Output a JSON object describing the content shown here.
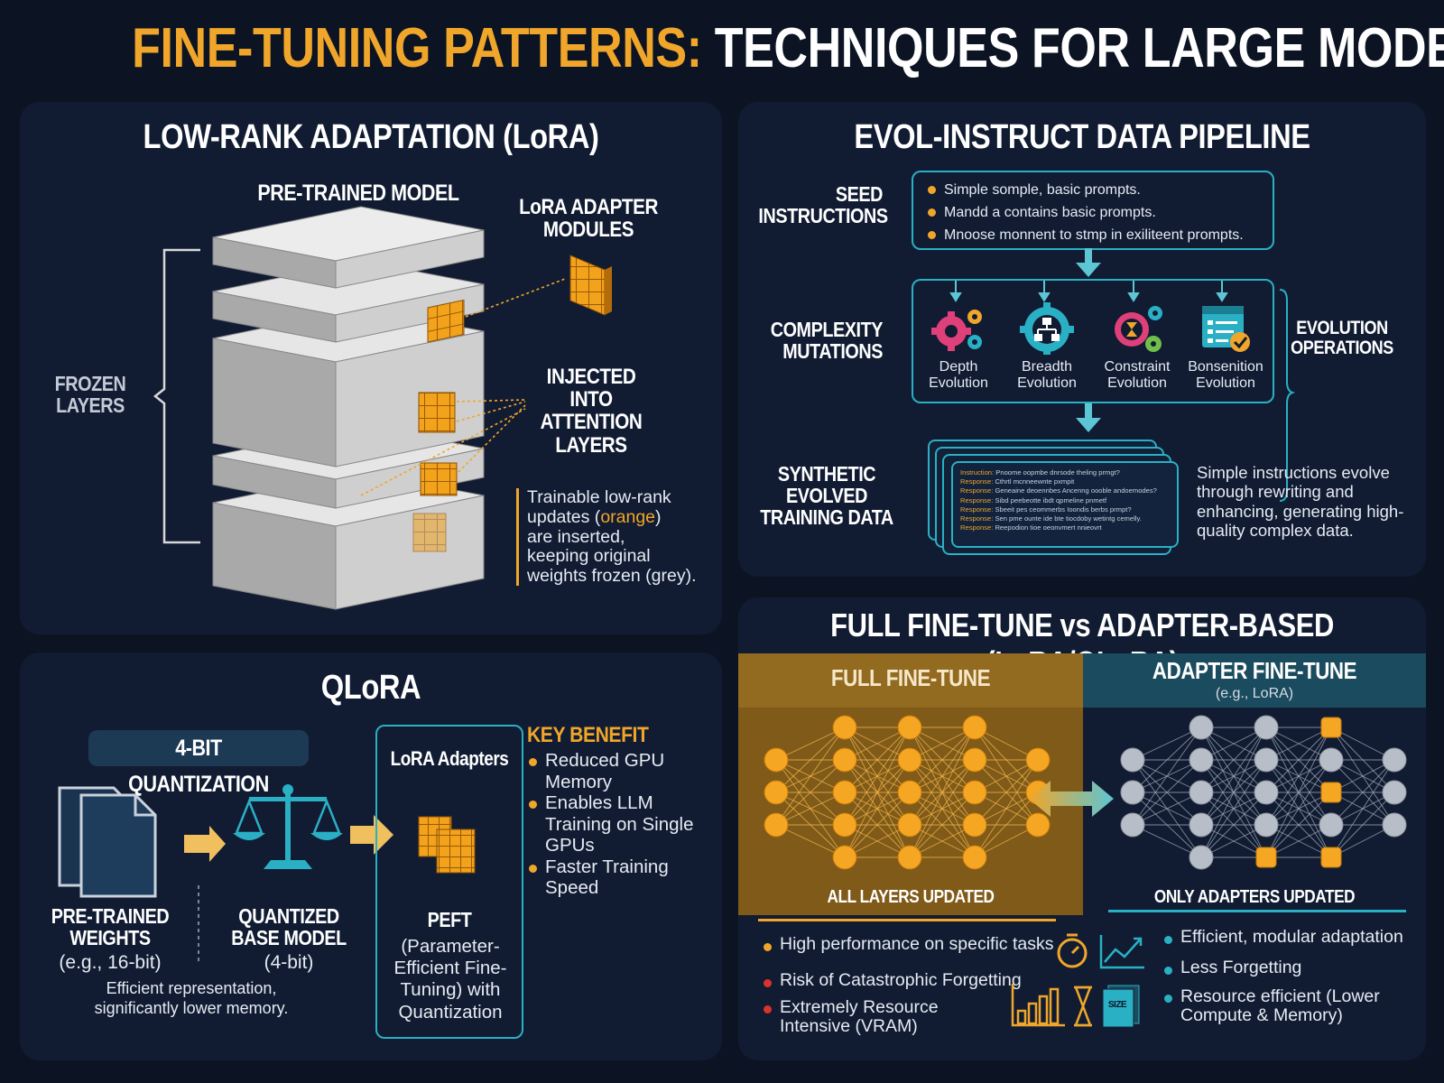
{
  "title": {
    "part1": "FINE-TUNING PATTERNS:",
    "part2": "TECHNIQUES FOR LARGE MODELS"
  },
  "colors": {
    "background": "#0c1424",
    "panel": "#111c33",
    "orange": "#f0a62a",
    "teal": "#2ab0c4",
    "grey_layer": "#c9c9c9"
  },
  "lora": {
    "title": "LOW-RANK ADAPTATION (LoRA)",
    "pretrained_label": "PRE-TRAINED MODEL",
    "frozen_label": "FROZEN LAYERS",
    "adapter_label": "LoRA ADAPTER MODULES",
    "injected_label": "INJECTED INTO ATTENTION LAYERS",
    "note_line1": "Trainable low-rank",
    "note_line2_pre": "updates (",
    "note_line2_orange": "orange",
    "note_line2_post": ")",
    "note_line3": "are inserted,",
    "note_line4": "keeping original",
    "note_line5": "weights frozen (grey)."
  },
  "evol": {
    "title": "EVOL-INSTRUCT DATA PIPELINE",
    "seed_label": "SEED INSTRUCTIONS",
    "seed_items": [
      "Simple somple, basic prompts.",
      "Mandd a contains basic prompts.",
      "Mnoose monnent to stmp in exiliteent prompts."
    ],
    "complexity_label": "COMPLEXITY MUTATIONS",
    "ops": [
      {
        "line1": "Depth",
        "line2": "Evolution",
        "icon": "gear-icon"
      },
      {
        "line1": "Breadth",
        "line2": "Evolution",
        "icon": "network-gear-icon"
      },
      {
        "line1": "Constraint",
        "line2": "Evolution",
        "icon": "hourglass-gear-icon"
      },
      {
        "line1": "Bonsenition",
        "line2": "Evolution",
        "icon": "checklist-icon"
      }
    ],
    "evolution_ops_label": "EVOLUTION OPERATIONS",
    "synthetic_label": "SYNTHETIC EVOLVED TRAINING DATA",
    "data_lines": [
      {
        "key": "Instruction:",
        "text": "Pnoome oopmbe dnrsode theling prmgt?"
      },
      {
        "key": "Response:",
        "text": "Cthrtl mcnneewnte pxmpit"
      },
      {
        "key": "Response:",
        "text": "Geneaine deoennbes Ancenng oooble andoemodes?"
      },
      {
        "key": "Response:",
        "text": "Sibd peebeotte ibdt qpmeline pnmetf"
      },
      {
        "key": "Response:",
        "text": "Sbeeit pes ceommerbs Ioondis berbs prmpt?"
      },
      {
        "key": "Response:",
        "text": "Sen pme ounte ide bte tiocdoby wetintg cemelly."
      },
      {
        "key": "Response:",
        "text": "Reepodion tioe oeonvmert nnieovrt"
      }
    ],
    "description": "Simple instructions evolve through rewriting and enhancing, generating high-quality complex data."
  },
  "qlora": {
    "title": "QLoRA",
    "quant_badge": "4-BIT QUANTIZATION",
    "weights_label": "PRE-TRAINED WEIGHTS",
    "weights_sub": "(e.g., 16-bit)",
    "base_label": "QUANTIZED BASE MODEL",
    "base_sub": "(4-bit)",
    "footnote": "Efficient representation, significantly lower memory.",
    "adapters_label": "LoRA Adapters",
    "peft_title": "PEFT",
    "peft_desc": "(Parameter-Efficient Fine-Tuning) with Quantization",
    "benefit_title": "KEY BENEFIT",
    "benefits": [
      "Reduced GPU Memory",
      "Enables LLM Training on Single GPUs",
      "Faster Training Speed"
    ]
  },
  "compare": {
    "title": "FULL FINE-TUNE vs ADAPTER-BASED (LoRA/QLoRA)",
    "full_header": "FULL FINE-TUNE",
    "adapter_header": "ADAPTER FINE-TUNE",
    "adapter_sub": "(e.g., LoRA)",
    "full_caption": "ALL LAYERS UPDATED",
    "adapter_caption": "ONLY ADAPTERS UPDATED",
    "full_points": [
      {
        "text": "High performance on specific tasks",
        "color": "#f0a62a"
      },
      {
        "text": "Risk of Catastrophic Forgetting",
        "color": "#d9342b"
      },
      {
        "text": "Extremely Resource Intensive (VRAM)",
        "color": "#d9342b"
      }
    ],
    "adapter_points": [
      "Efficient, modular adaptation",
      "Less Forgetting",
      "Resource efficient (Lower Compute & Memory)"
    ],
    "size_badge": "SIZE"
  }
}
